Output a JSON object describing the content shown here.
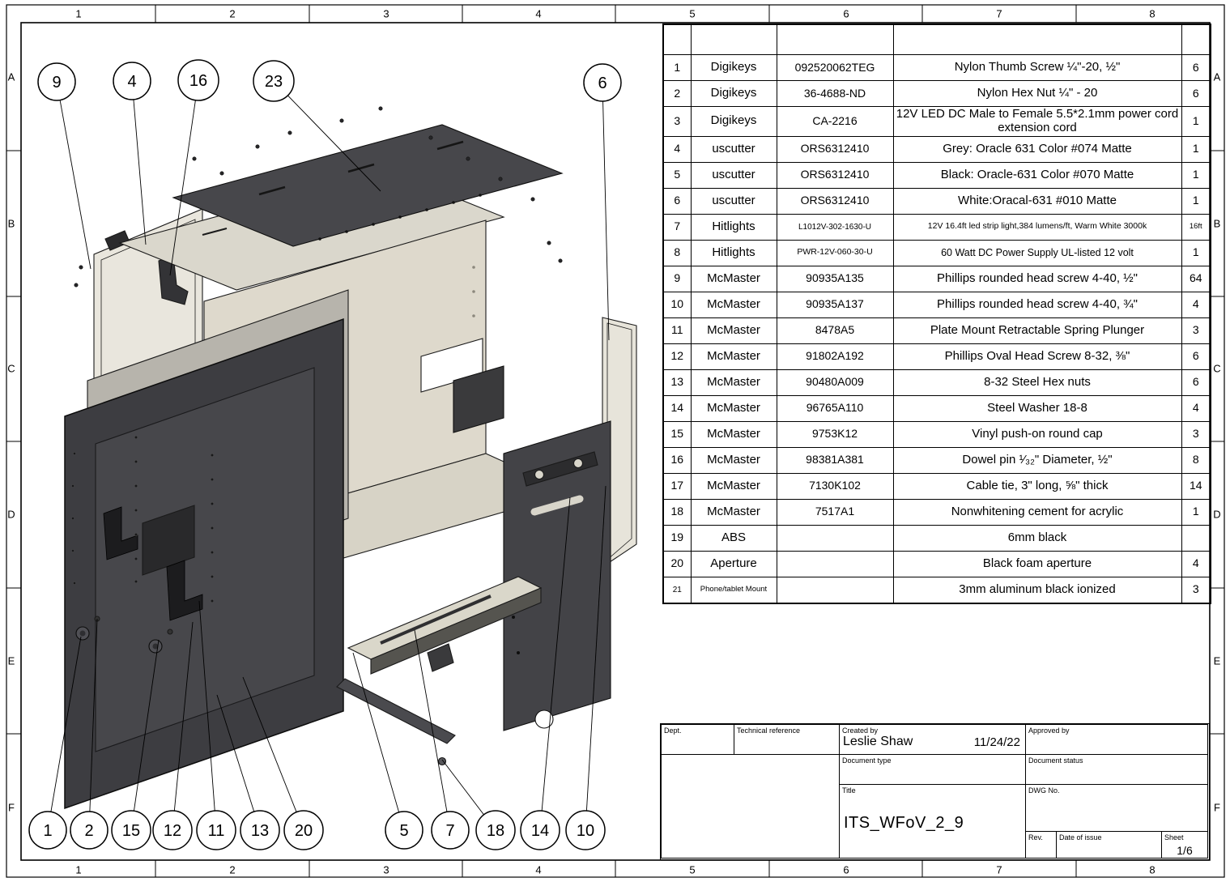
{
  "sheet": {
    "cols": [
      "1",
      "2",
      "3",
      "4",
      "5",
      "6",
      "7",
      "8"
    ],
    "rows": [
      "A",
      "B",
      "C",
      "D",
      "E",
      "F"
    ]
  },
  "bom": {
    "rows": [
      {
        "item": "1",
        "vendor": "Digikeys",
        "part": "092520062TEG",
        "desc": "Nylon Thumb Screw ¼\"-20, ½\"",
        "qty": "6"
      },
      {
        "item": "2",
        "vendor": "Digikeys",
        "part": "36-4688-ND",
        "desc": "Nylon Hex Nut ¼\" - 20",
        "qty": "6"
      },
      {
        "item": "3",
        "vendor": "Digikeys",
        "part": "CA-2216",
        "desc": "12V LED DC Male to Female 5.5*2.1mm power cord extension cord",
        "qty": "1"
      },
      {
        "item": "4",
        "vendor": "uscutter",
        "part": "ORS6312410",
        "desc": "Grey: Oracle 631 Color #074 Matte",
        "qty": "1"
      },
      {
        "item": "5",
        "vendor": "uscutter",
        "part": "ORS6312410",
        "desc": "Black: Oracle-631 Color #070 Matte",
        "qty": "1"
      },
      {
        "item": "6",
        "vendor": "uscutter",
        "part": "ORS6312410",
        "desc": "White:Oracal-631 #010 Matte",
        "qty": "1"
      },
      {
        "item": "7",
        "vendor": "Hitlights",
        "part": "L1012V-302-1630-U",
        "desc": "12V 16.4ft led strip light,384 lumens/ft, Warm White 3000k",
        "qty": "16ft"
      },
      {
        "item": "8",
        "vendor": "Hitlights",
        "part": "PWR-12V-060-30-U",
        "desc": "60 Watt DC Power Supply UL-listed 12 volt",
        "qty": "1"
      },
      {
        "item": "9",
        "vendor": "McMaster",
        "part": "90935A135",
        "desc": "Phillips rounded head screw 4-40, ½\"",
        "qty": "64"
      },
      {
        "item": "10",
        "vendor": "McMaster",
        "part": "90935A137",
        "desc": "Phillips rounded head screw 4-40, ¾\"",
        "qty": "4"
      },
      {
        "item": "11",
        "vendor": "McMaster",
        "part": "8478A5",
        "desc": "Plate Mount Retractable Spring Plunger",
        "qty": "3"
      },
      {
        "item": "12",
        "vendor": "McMaster",
        "part": "91802A192",
        "desc": "Phillips Oval Head Screw 8-32, ⅜\"",
        "qty": "6"
      },
      {
        "item": "13",
        "vendor": "McMaster",
        "part": "90480A009",
        "desc": "8-32 Steel Hex nuts",
        "qty": "6"
      },
      {
        "item": "14",
        "vendor": "McMaster",
        "part": "96765A110",
        "desc": "Steel Washer 18-8",
        "qty": "4"
      },
      {
        "item": "15",
        "vendor": "McMaster",
        "part": "9753K12",
        "desc": "Vinyl push-on round cap",
        "qty": "3"
      },
      {
        "item": "16",
        "vendor": "McMaster",
        "part": "98381A381",
        "desc": "Dowel pin ¹⁄₃₂\" Diameter, ½\"",
        "qty": "8"
      },
      {
        "item": "17",
        "vendor": "McMaster",
        "part": "7130K102",
        "desc": "Cable tie, 3\" long, ⅝\" thick",
        "qty": "14"
      },
      {
        "item": "18",
        "vendor": "McMaster",
        "part": "7517A1",
        "desc": "Nonwhitening cement for acrylic",
        "qty": "1"
      },
      {
        "item": "19",
        "vendor": "ABS",
        "part": "",
        "desc": "6mm black",
        "qty": ""
      },
      {
        "item": "20",
        "vendor": "Aperture",
        "part": "",
        "desc": "Black foam aperture",
        "qty": "4"
      },
      {
        "item": "21",
        "vendor": "Phone/tablet Mount",
        "part": "",
        "desc": "3mm aluminum black ionized",
        "qty": "3"
      }
    ]
  },
  "balloons": {
    "top": [
      {
        "label": "9"
      },
      {
        "label": "4"
      },
      {
        "label": "16"
      },
      {
        "label": "23"
      },
      {
        "label": "6"
      }
    ],
    "bottom": [
      {
        "label": "1"
      },
      {
        "label": "2"
      },
      {
        "label": "15"
      },
      {
        "label": "12"
      },
      {
        "label": "11"
      },
      {
        "label": "13"
      },
      {
        "label": "20"
      },
      {
        "label": "5"
      },
      {
        "label": "7"
      },
      {
        "label": "18"
      },
      {
        "label": "14"
      },
      {
        "label": "10"
      }
    ]
  },
  "title_block": {
    "dept_label": "Dept.",
    "technical_reference_label": "Technical reference",
    "created_by_label": "Created by",
    "created_by": "Leslie Shaw",
    "created_date": "11/24/22",
    "approved_by_label": "Approved by",
    "document_type_label": "Document type",
    "document_status_label": "Document status",
    "title_label": "Title",
    "title": "ITS_WFoV_2_9",
    "dwg_no_label": "DWG No.",
    "rev_label": "Rev.",
    "date_of_issue_label": "Date of issue",
    "sheet_label": "Sheet",
    "sheet_value": "1/6"
  }
}
